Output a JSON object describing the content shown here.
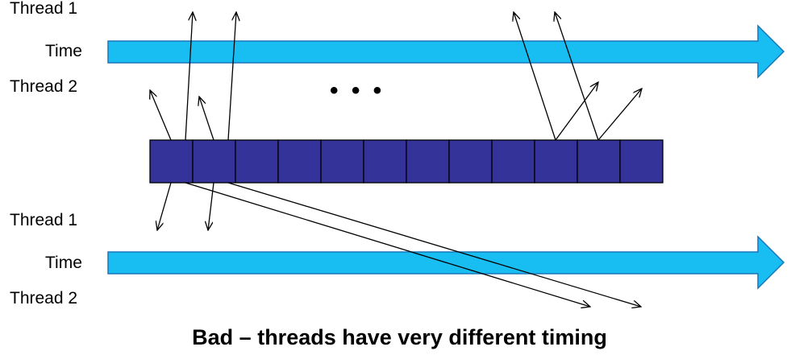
{
  "top": {
    "thread1_label": "Thread 1",
    "time_label": "Time",
    "thread2_label": "Thread 2"
  },
  "bottom": {
    "thread1_label": "Thread 1",
    "time_label": "Time",
    "thread2_label": "Thread 2"
  },
  "ellipsis": "• • •",
  "caption": "Bad – threads have very different timing",
  "colors": {
    "time_arrow_fill": "#18BDF2",
    "time_arrow_stroke": "#1A77B8",
    "cell_fill": "#33339A",
    "cell_stroke": "#000000"
  },
  "array": {
    "cell_count": 12
  }
}
